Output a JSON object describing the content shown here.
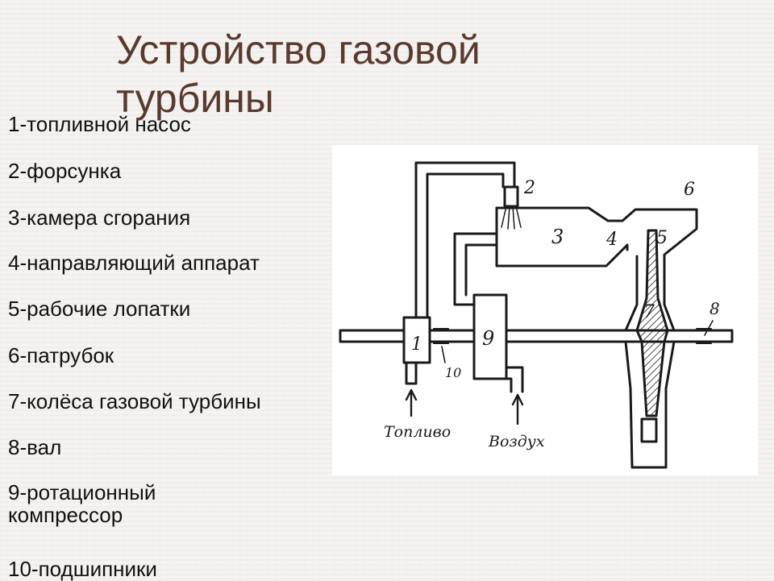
{
  "title": "Устройство газовой турбины",
  "legend": [
    "1-топливной насос",
    "2-форсунка",
    "3-камера сгорания",
    "4-направляющий аппарат",
    "5-рабочие лопатки",
    "6-патрубок",
    "7-колёса газовой турбины",
    "8-вал",
    "9-ротационный компрессор",
    "10-подшипники"
  ],
  "diagram": {
    "numbers": [
      "1",
      "2",
      "3",
      "4",
      "5",
      "6",
      "7",
      "8",
      "9",
      "10"
    ],
    "fuel_label": "Топливо",
    "air_label": "Воздух"
  }
}
